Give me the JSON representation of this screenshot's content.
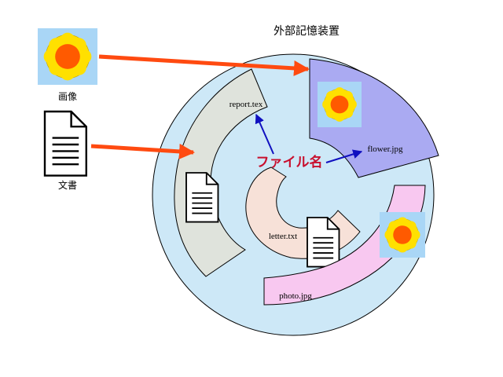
{
  "labels": {
    "storage": "外部記憶装置",
    "image": "画像",
    "document": "文書",
    "filename": "ファイル名"
  },
  "files": {
    "report": "report.tex",
    "flower": "flower.jpg",
    "letter": "letter.txt",
    "photo": "photo.jpg"
  },
  "colors": {
    "disk": "#cde8f7",
    "report_band": "#dfe3dc",
    "flower_band": "#aaaaf2",
    "photo_band": "#f8c8f0",
    "letter_band": "#f7e1d8",
    "arrow_orange": "#ff4a10",
    "arrow_blue": "#1010c0",
    "label_red": "#c8102e",
    "image_bg": "#a9d6f6",
    "petal": "#ffe000",
    "flower_center": "#ff5a00"
  }
}
